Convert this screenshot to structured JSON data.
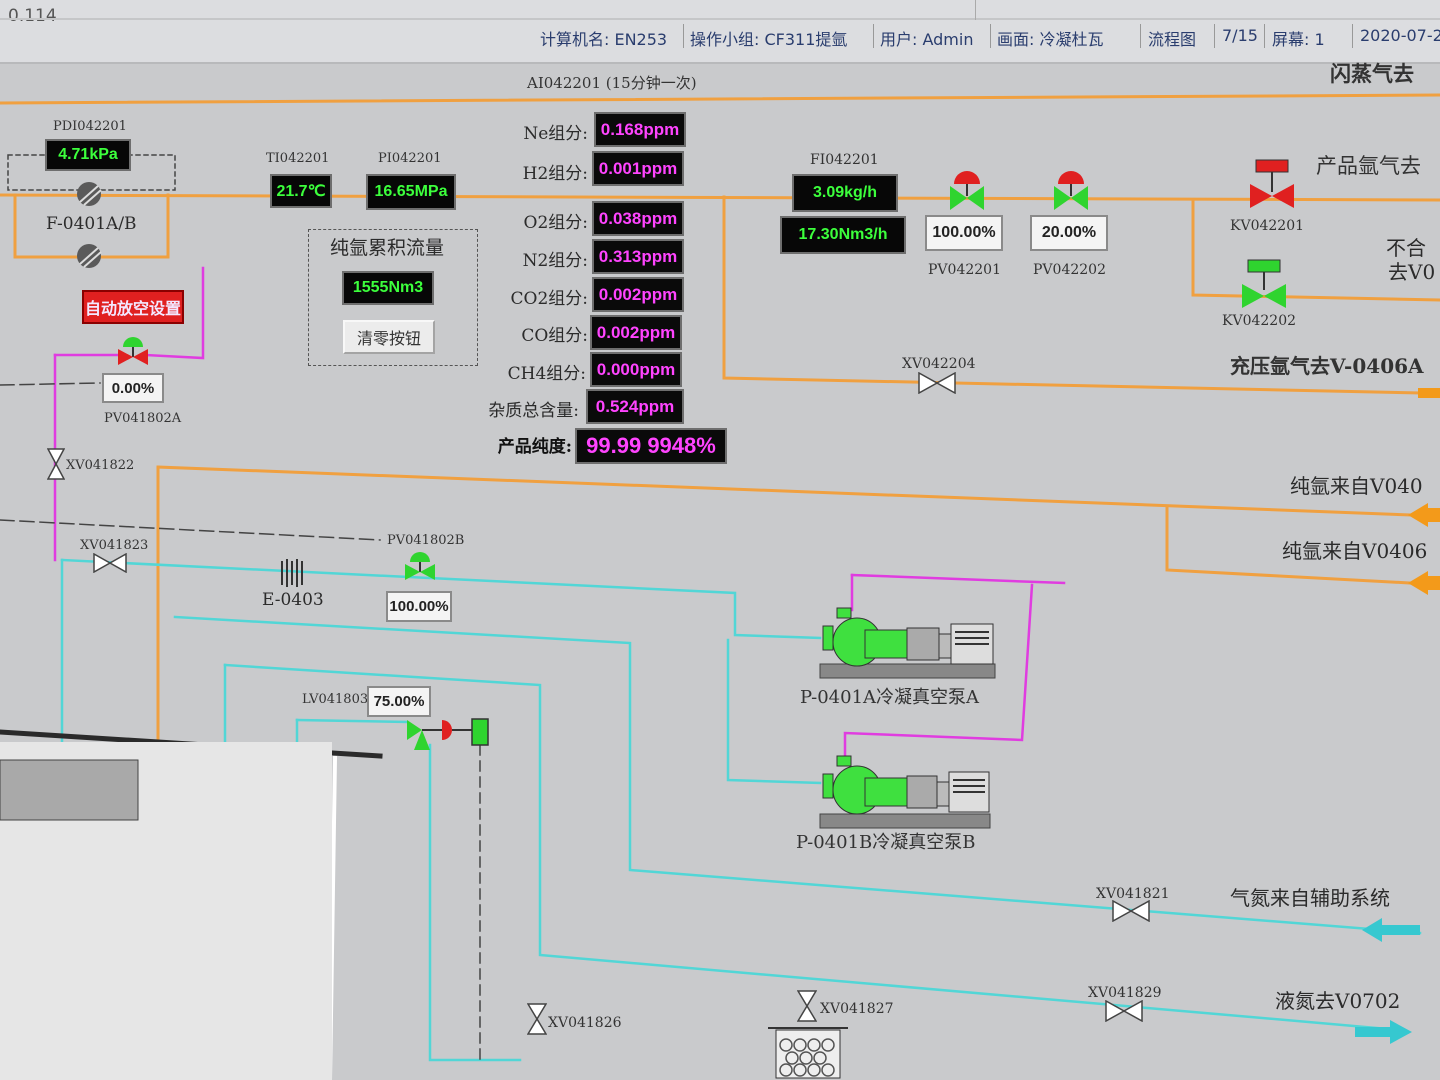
{
  "topbar": {
    "corner_value": "0.114",
    "computer_label": "计算机名: EN253",
    "group_label": "操作小组: CF311提氩",
    "user_label": "用户: Admin",
    "screen_label": "画面: 冷凝杜瓦",
    "flow_label": "流程图",
    "page": "7/15",
    "display_label": "屏幕: 1",
    "date": "2020-07-2"
  },
  "colors": {
    "orange_line": "#f0a040",
    "cyan_line": "#52d6d6",
    "magenta_line": "#e03ce0",
    "valve_green": "#2fd42f",
    "valve_red": "#e02020",
    "display_green": "#3cff3c",
    "display_magenta": "#ff44ff"
  },
  "header_right": "闪蒸气去",
  "analyzer_title": "AI042201 (15分钟一次)",
  "pdi": {
    "tag": "PDI042201",
    "value": "4.71kPa"
  },
  "filter_label": "F-0401A/B",
  "ti": {
    "tag": "TI042201",
    "value": "21.7℃"
  },
  "pi": {
    "tag": "PI042201",
    "value": "16.65MPa"
  },
  "totalizer": {
    "title": "纯氩累积流量",
    "value": "1555Nm3",
    "reset_label": "清零按钮"
  },
  "vent_button": "自动放空设置",
  "pv041802a": {
    "tag": "PV041802A",
    "value": "0.00%"
  },
  "components": [
    {
      "label": "Ne组分:",
      "value": "0.168ppm"
    },
    {
      "label": "H2组分:",
      "value": "0.001ppm"
    },
    {
      "label": "O2组分:",
      "value": "0.038ppm"
    },
    {
      "label": "N2组分:",
      "value": "0.313ppm"
    },
    {
      "label": "CO2组分:",
      "value": "0.002ppm"
    },
    {
      "label": "CO组分:",
      "value": "0.002ppm"
    },
    {
      "label": "CH4组分:",
      "value": "0.000ppm"
    }
  ],
  "impurity": {
    "label": "杂质总含量:",
    "value": "0.524ppm"
  },
  "purity": {
    "label": "产品纯度:",
    "value": "99.99 9948%"
  },
  "fi": {
    "tag": "FI042201",
    "value1": "3.09kg/h",
    "value2": "17.30Nm3/h"
  },
  "pv042201": {
    "tag": "PV042201",
    "value": "100.00%"
  },
  "pv042202": {
    "tag": "PV042202",
    "value": "20.00%"
  },
  "kv042201": {
    "tag": "KV042201"
  },
  "kv042202": {
    "tag": "KV042202"
  },
  "xv042204": {
    "tag": "XV042204"
  },
  "dest_product": "产品氩气去",
  "dest_unqualified_1": "不合",
  "dest_unqualified_2": "去V0",
  "dest_charge": "充压氩气去V-0406A",
  "from_1": "纯氩来自V040",
  "from_2": "纯氩来自V0406",
  "xv041822": {
    "tag": "XV041822"
  },
  "xv041823": {
    "tag": "XV041823"
  },
  "e0403": "E-0403",
  "pv041802b": {
    "tag": "PV041802B",
    "value": "100.00%"
  },
  "lv041803": {
    "tag": "LV041803",
    "value": "75.00%"
  },
  "pump_a": "P-0401A冷凝真空泵A",
  "pump_b": "P-0401B冷凝真空泵B",
  "xv041821": {
    "tag": "XV041821"
  },
  "xv041826": {
    "tag": "XV041826"
  },
  "xv041827": {
    "tag": "XV041827"
  },
  "xv041829": {
    "tag": "XV041829"
  },
  "dest_aux": "气氮来自辅助系统",
  "dest_ln2": "液氮去V0702"
}
